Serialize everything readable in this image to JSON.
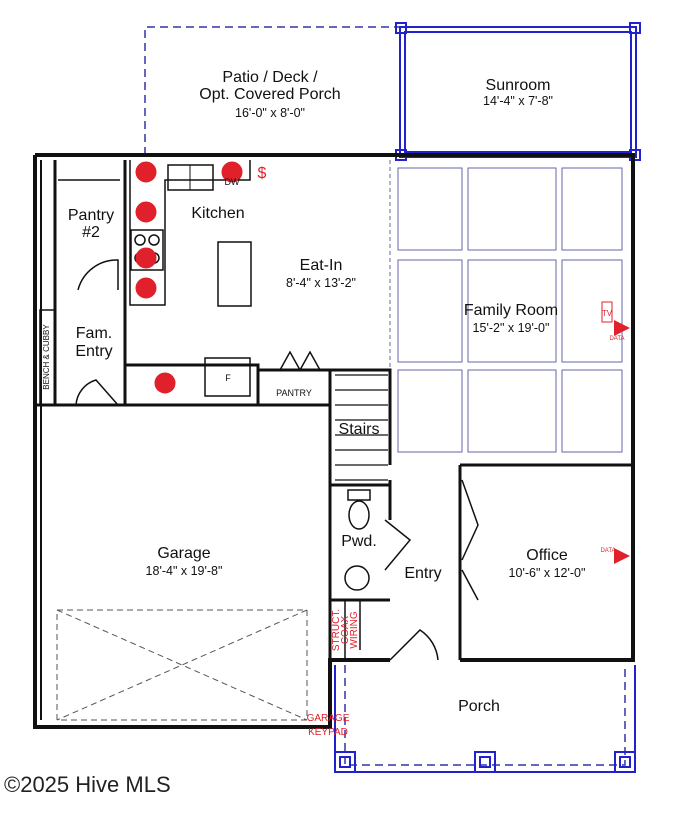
{
  "rooms": {
    "patio": {
      "name_line1": "Patio / Deck /",
      "name_line2": "Opt. Covered Porch",
      "dims": "16'-0\" x 8'-0\""
    },
    "sunroom": {
      "name": "Sunroom",
      "dims": "14'-4\" x 7'-8\""
    },
    "kitchen": {
      "name": "Kitchen"
    },
    "pantry2": {
      "name_line1": "Pantry",
      "name_line2": "#2"
    },
    "eat_in": {
      "name": "Eat-In",
      "dims": "8'-4\" x 13'-2\""
    },
    "family_room": {
      "name": "Family Room",
      "dims": "15'-2\" x 19'-0\""
    },
    "fam_entry": {
      "name_line1": "Fam.",
      "name_line2": "Entry"
    },
    "pantry": {
      "name": "PANTRY"
    },
    "stairs": {
      "name": "Stairs"
    },
    "garage": {
      "name": "Garage",
      "dims": "18'-4\" x 19'-8\""
    },
    "powder": {
      "name": "Pwd."
    },
    "entry": {
      "name": "Entry"
    },
    "office": {
      "name": "Office",
      "dims": "10'-6\" x 12'-0\""
    },
    "porch": {
      "name": "Porch"
    }
  },
  "labels": {
    "bench": "BENCH & CUBBY",
    "dw": "DW",
    "fridge": "F",
    "tv": "TV",
    "data1": "DATA",
    "data2": "DATA",
    "garage_keypad_1": "GARAGE",
    "garage_keypad_2": "KEYPAD",
    "struct_1": "STRUCT.",
    "struct_2": "COAX",
    "struct_3": "WIRING",
    "switch": "$"
  },
  "watermark": "©2025 Hive MLS",
  "colors": {
    "wall": "#111111",
    "option": "#2222cc",
    "electrical": "#e0202a"
  }
}
